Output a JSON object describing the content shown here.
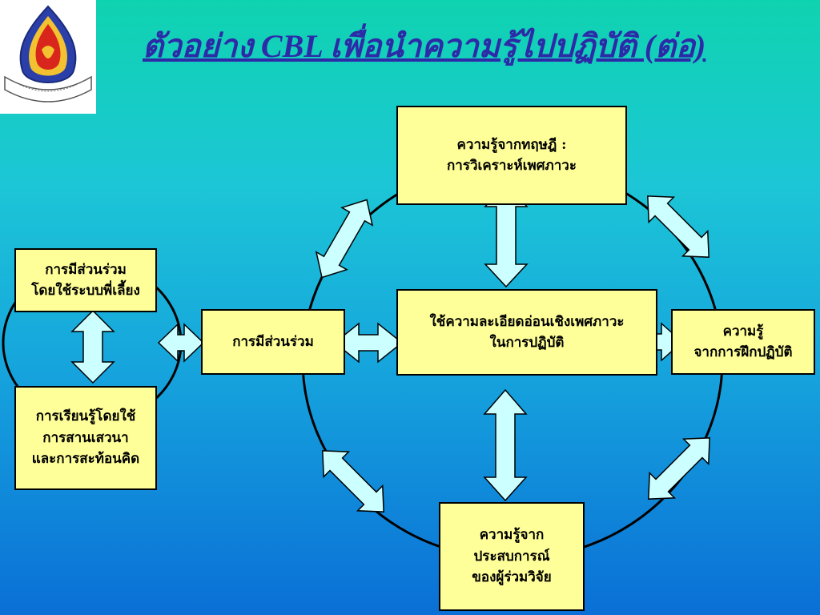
{
  "slide": {
    "title": "ตัวอย่าง CBL เพื่อนำความรู้ไปปฏิบัติ (ต่อ)",
    "logo_icon": "institution-emblem-icon"
  },
  "diagram": {
    "top_box": {
      "line1": "ความรู้จากทฤษฎี :",
      "line2": "การวิเคราะห์เพศภาวะ"
    },
    "center_box": {
      "line1": "ใช้ความละเอียดอ่อนเชิงเพศภาวะ",
      "line2": "ในการปฏิบัติ"
    },
    "left_box": {
      "line1": "การมีส่วนร่วม"
    },
    "right_box": {
      "line1": "ความรู้",
      "line2": "จากการฝึกปฏิบัติ"
    },
    "bottom_box": {
      "line1": "ความรู้จาก",
      "line2": "ประสบการณ์",
      "line3": "ของผู้ร่วมวิจัย"
    },
    "far_left_top_box": {
      "line1": "การมีส่วนร่วม",
      "line2": "โดยใช้ระบบพี่เลี้ยง"
    },
    "far_left_bottom_box": {
      "line1": "การเรียนรู้โดยใช้",
      "line2": "การสานเสวนา",
      "line3": "และการสะท้อนคิด"
    },
    "colors": {
      "box_fill": "#ffff99",
      "arrow_fill": "#ccffff",
      "title": "#2d2aa8"
    }
  }
}
